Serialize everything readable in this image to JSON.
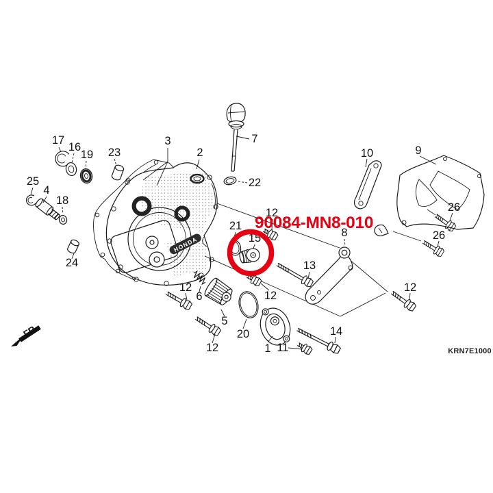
{
  "image": {
    "background": "#ffffff",
    "kind": "exploded engine parts diagram"
  },
  "overlay": {
    "highlight_part_number": "90084-MN8-010",
    "highlight_color": "#e60012"
  },
  "footer": {
    "diagram_code": "KRN7E1000"
  },
  "orientation": {
    "front_label": "FR."
  },
  "cover": {
    "brand_text": "HONDA"
  },
  "callouts": {
    "c1": "1",
    "c2": "2",
    "c3": "3",
    "c4": "4",
    "c5": "5",
    "c6": "6",
    "c7": "7",
    "c8": "8",
    "c9": "9",
    "c10": "10",
    "c11": "11",
    "c12a": "12",
    "c12b": "12",
    "c12c": "12",
    "c12d": "12",
    "c12e": "12",
    "c13": "13",
    "c14": "14",
    "c15": "15",
    "c16": "16",
    "c17": "17",
    "c18": "18",
    "c19": "19",
    "c20": "20",
    "c21": "21",
    "c22": "22",
    "c23": "23",
    "c24": "24",
    "c25": "25",
    "c26a": "26",
    "c26b": "26"
  }
}
